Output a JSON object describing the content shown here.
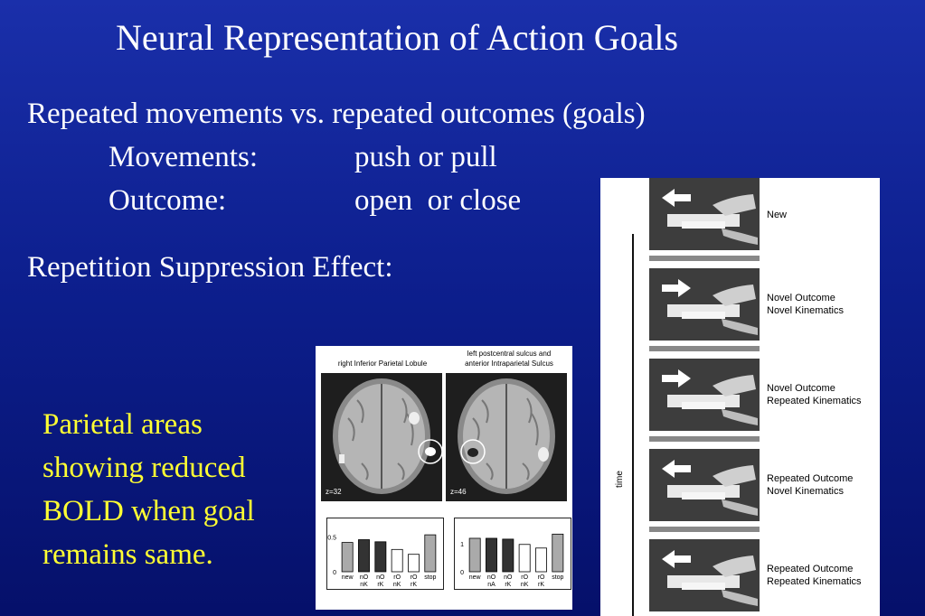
{
  "slide": {
    "title": "Neural Representation of Action Goals",
    "intro": "Repeated movements vs. repeated outcomes (goals)",
    "movements_label": "Movements:",
    "movements_value": "push or pull",
    "outcome_label": "Outcome:",
    "outcome_value": "open  or close",
    "effect": "Repetition Suppression Effect:",
    "parietal_lines": [
      "Parietal areas",
      "showing reduced",
      "BOLD when goal",
      "remains same."
    ],
    "colors": {
      "background": "#0d1f8e",
      "text": "#ffffff",
      "highlight": "#ffff33"
    }
  },
  "brain_figure": {
    "left_label": "right Inferior Parietal Lobule",
    "right_label_1": "left postcentral sulcus and",
    "right_label_2": "anterior Intraparietal Sulcus",
    "left_z": "z=32",
    "right_z": "z=46"
  },
  "trial_figure": {
    "time_label": "time",
    "conditions": [
      {
        "line1": "New",
        "line2": "",
        "arrow": "left"
      },
      {
        "line1": "Novel Outcome",
        "line2": "Novel Kinematics",
        "arrow": "right"
      },
      {
        "line1": "Novel Outcome",
        "line2": "Repeated Kinematics",
        "arrow": "right"
      },
      {
        "line1": "Repeated Outcome",
        "line2": "Novel Kinematics",
        "arrow": "left"
      },
      {
        "line1": "Repeated Outcome",
        "line2": "Repeated Kinematics",
        "arrow": "left"
      }
    ]
  },
  "chart_data": [
    {
      "type": "bar",
      "categories": [
        "new",
        "nO nK",
        "nO rK",
        "rO nK",
        "rO rK",
        "stop"
      ],
      "tick_lines": [
        [
          "new"
        ],
        [
          "nO",
          "nK"
        ],
        [
          "nO",
          "rK"
        ],
        [
          "rO",
          "nK"
        ],
        [
          "rO",
          "rK"
        ],
        [
          "stop"
        ]
      ],
      "values": [
        0.42,
        0.46,
        0.43,
        0.32,
        0.25,
        0.53
      ],
      "bar_colors": [
        "#aaaaaa",
        "#333333",
        "#333333",
        "#ffffff",
        "#ffffff",
        "#aaaaaa"
      ],
      "ylim": [
        0,
        0.7
      ],
      "yticks": [
        0,
        0.5
      ]
    },
    {
      "type": "bar",
      "categories": [
        "new",
        "nO nA",
        "nO rK",
        "rO nK",
        "rO rK",
        "stop"
      ],
      "tick_lines": [
        [
          "new"
        ],
        [
          "nO",
          "nA"
        ],
        [
          "nO",
          "rK"
        ],
        [
          "rO",
          "nK"
        ],
        [
          "rO",
          "rK"
        ],
        [
          "stop"
        ]
      ],
      "values": [
        1.2,
        1.2,
        1.17,
        0.98,
        0.85,
        1.35
      ],
      "bar_colors": [
        "#aaaaaa",
        "#333333",
        "#333333",
        "#ffffff",
        "#ffffff",
        "#aaaaaa"
      ],
      "ylim": [
        0,
        1.75
      ],
      "yticks": [
        0,
        1
      ]
    }
  ]
}
